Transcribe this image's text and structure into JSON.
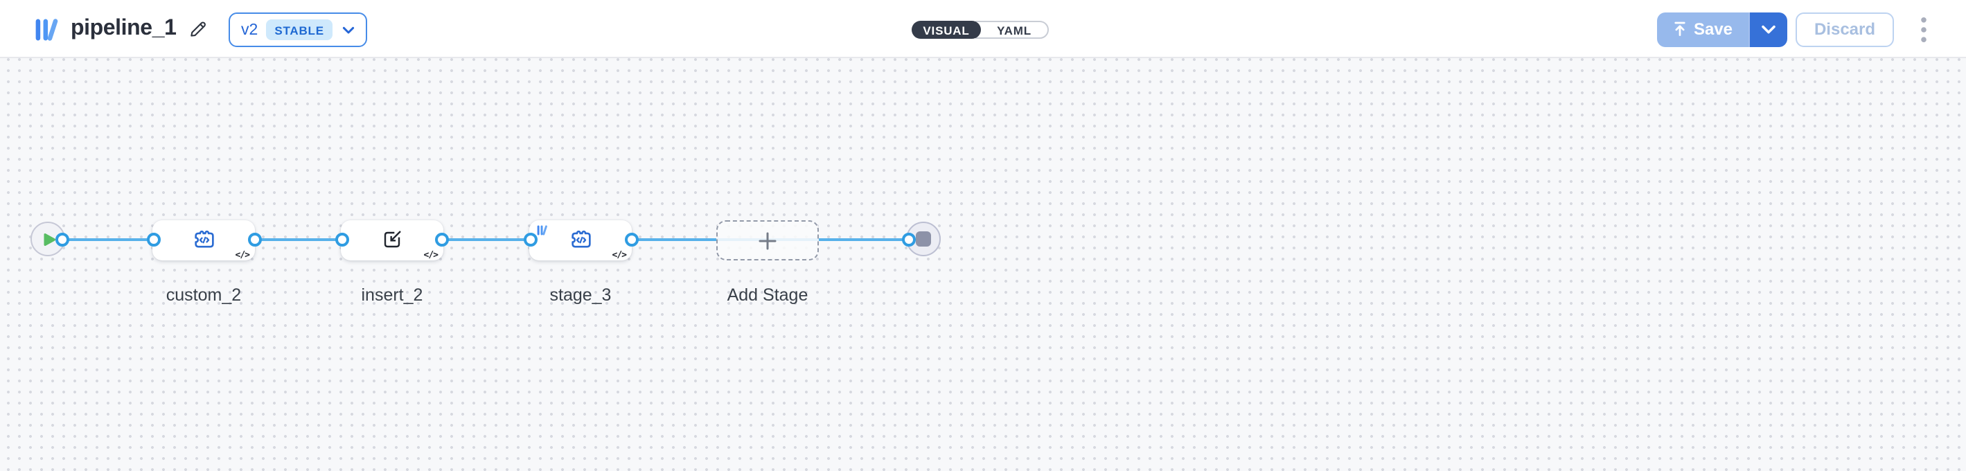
{
  "header": {
    "title": "pipeline_1",
    "version": {
      "label": "v2",
      "badge": "STABLE"
    },
    "view_toggle": {
      "options": [
        "VISUAL",
        "YAML"
      ],
      "selected": "VISUAL"
    },
    "actions": {
      "save": "Save",
      "discard": "Discard"
    }
  },
  "canvas": {
    "code_badge": "</>",
    "nodes": [
      {
        "id": "start",
        "type": "start",
        "icon": "play-icon"
      },
      {
        "id": "custom_2",
        "type": "stage",
        "label": "custom_2",
        "icon": "puzzle-code-icon"
      },
      {
        "id": "insert_2",
        "type": "stage",
        "label": "insert_2",
        "icon": "import-icon"
      },
      {
        "id": "stage_3",
        "type": "stage",
        "label": "stage_3",
        "icon": "puzzle-code-icon",
        "corner_icon": "library-logo-icon"
      },
      {
        "id": "add_stage",
        "type": "add-stage",
        "label": "Add Stage",
        "icon": "plus-icon"
      },
      {
        "id": "end",
        "type": "end",
        "icon": "stop-icon"
      }
    ]
  },
  "colors": {
    "primary_blue": "#3671d8",
    "primary_blue_muted": "#97b9ec",
    "edge_blue": "#57b1ea",
    "port_blue": "#2f9ce2",
    "play_green": "#58bd63",
    "version_badge_bg": "#cfe9fc",
    "version_badge_text": "#1f69d2",
    "toggle_dark": "#343b49",
    "canvas_bg": "#f7f8fa"
  }
}
